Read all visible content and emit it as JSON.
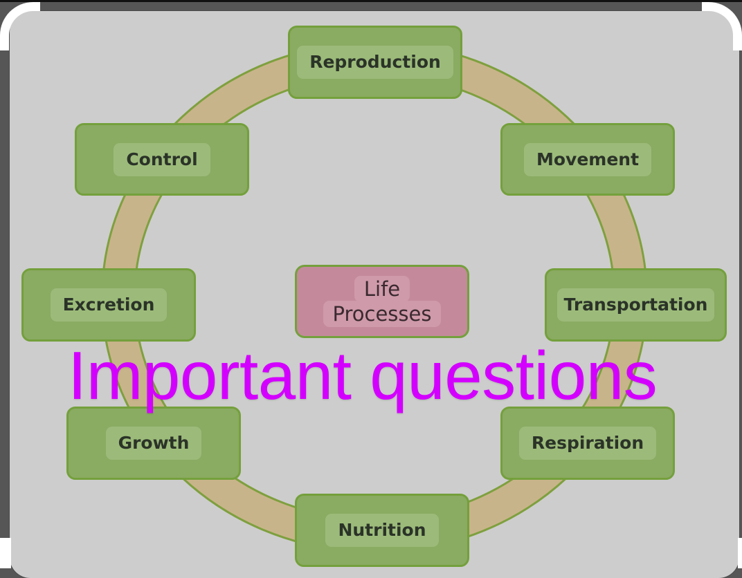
{
  "diagram": {
    "type": "cycle",
    "center": {
      "line1": "Life",
      "line2": "Processes"
    },
    "nodes": [
      {
        "label": "Reproduction"
      },
      {
        "label": "Movement"
      },
      {
        "label": "Transportation"
      },
      {
        "label": "Respiration"
      },
      {
        "label": "Nutrition"
      },
      {
        "label": "Growth"
      },
      {
        "label": "Excretion"
      },
      {
        "label": "Control"
      }
    ],
    "colors": {
      "node_fill": "#8aab62",
      "node_border": "#74a03c",
      "label_pill": "#9cbb7a",
      "center_fill": "#c48a9b",
      "ring_fill": "#c8b48a",
      "background": "#cdcdcd"
    }
  },
  "overlay": {
    "caption": "Important questions",
    "color": "#d400ff"
  }
}
